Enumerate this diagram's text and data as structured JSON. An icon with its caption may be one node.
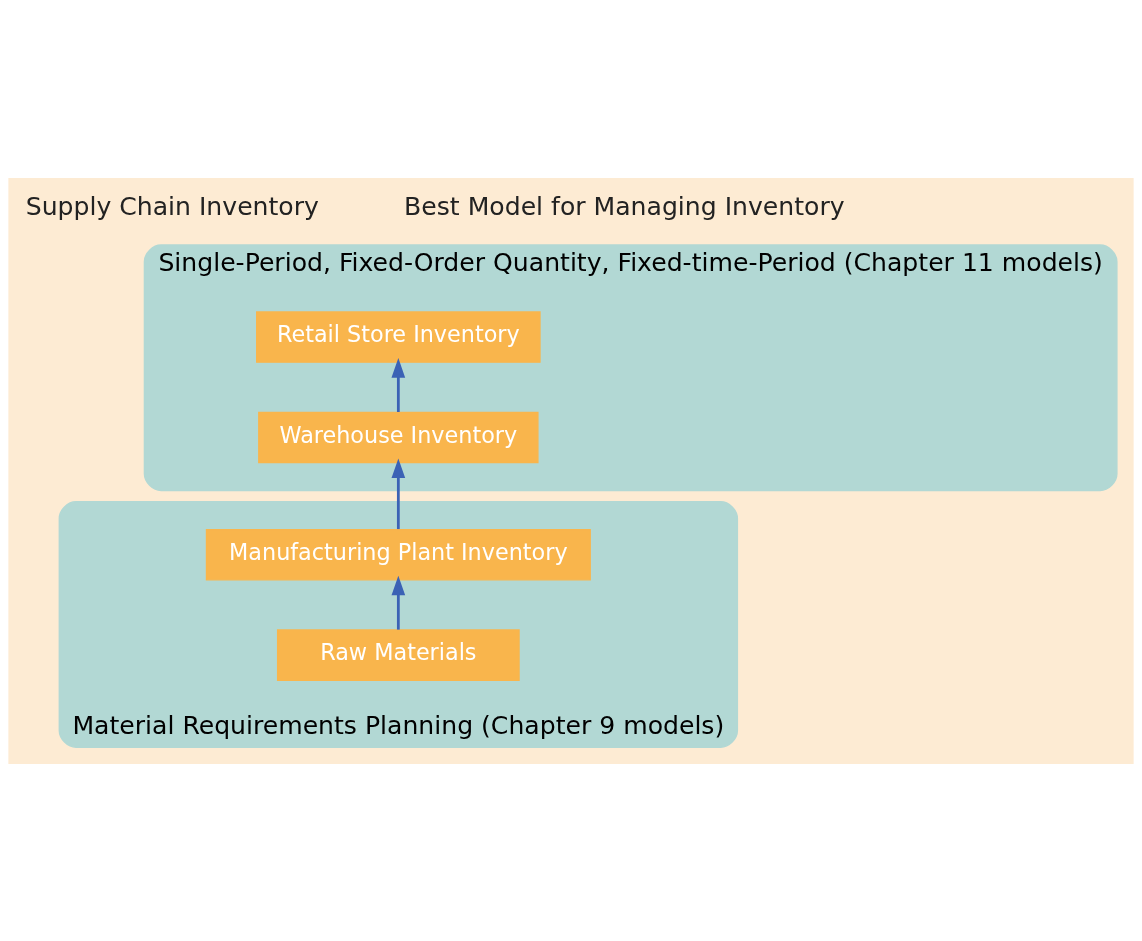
{
  "diagram": {
    "nodes": [
      {
        "text": [
          "Single-Period, Fixed-Order Quantity, Fixed-time-Period (Chapter 11 models)"
        ]
      },
      {
        "text": [
          "Retail Store Inventory"
        ],
        "in": 0
      },
      {
        "text": [
          "Warehouse Inventory"
        ],
        "in": 0
      },
      {
        "text": [
          "Material Requirements Planning (Chapter 9 models)"
        ]
      },
      {
        "text": [
          "Manufacturing Plant Inventory"
        ],
        "in": 3
      },
      {
        "text": [
          "Raw Materials"
        ],
        "in": 3
      }
    ],
    "edges": [
      {
        "from": 5,
        "to": 4,
        "arrow": "to"
      },
      {
        "from": 4,
        "to": 2,
        "arrow": "to"
      },
      {
        "from": 2,
        "to": 1,
        "arrow": "to"
      }
    ],
    "labels": [
      "Supply Chain Inventory",
      "Best Model for Managing Inventory"
    ]
  }
}
